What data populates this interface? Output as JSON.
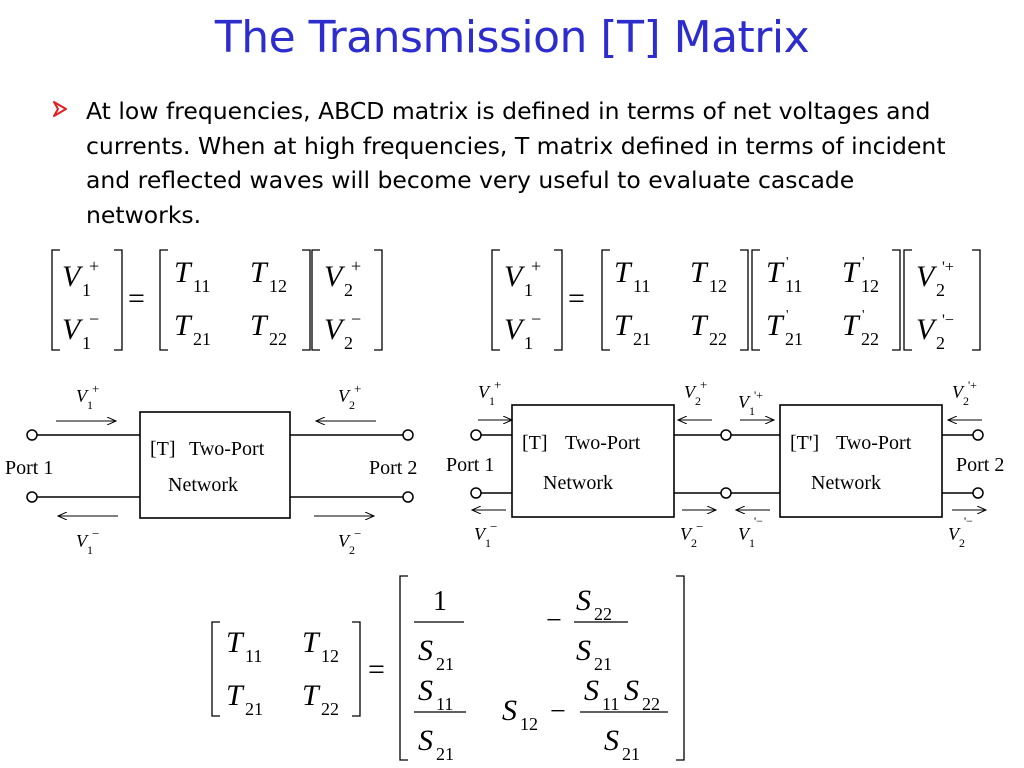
{
  "slide": {
    "title": "The Transmission [T] Matrix",
    "bullet_text": "At low frequencies, ABCD matrix is defined in terms of net voltages and currents. When at high frequencies, T matrix defined in terms of incident and reflected waves will become very useful to evaluate cascade networks.",
    "accent_color": "#2c2ccf",
    "bullet_color": "#e02020",
    "bullet_icon": "arrow-bullet-icon"
  },
  "math": {
    "V": "V",
    "T": "T",
    "S": "S",
    "sub_1": "1",
    "sub_2": "2",
    "sub_11": "11",
    "sub_12": "12",
    "sub_21": "21",
    "sub_22": "22",
    "sup_plus": "+",
    "sup_minus": "−",
    "sup_prime": "'",
    "sup_prime_plus": "'+",
    "sup_prime_minus": "'−",
    "equals": "=",
    "one": "1",
    "neg": "−"
  },
  "diagrams": {
    "port1": "Port 1",
    "port2": "Port 2",
    "block_bracket": "[T]",
    "block_bracket_prime": "[T']",
    "block_line1": "Two-Port",
    "block_line2": "Network"
  }
}
